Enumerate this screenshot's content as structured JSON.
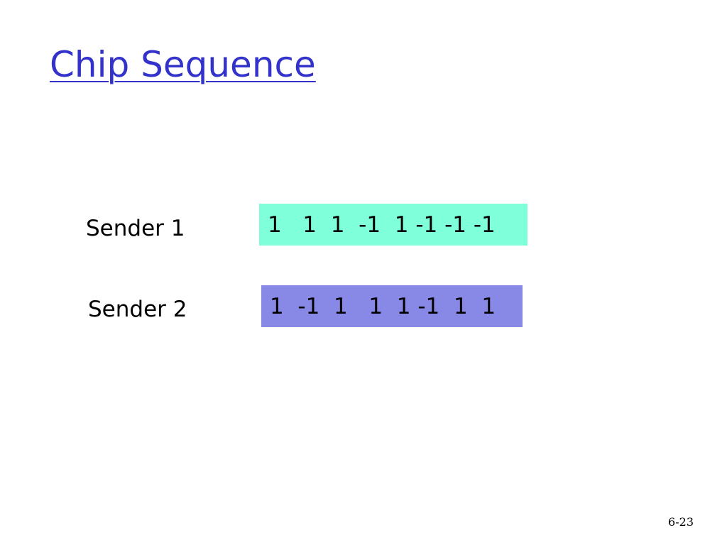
{
  "slide": {
    "title": "Chip Sequence",
    "page_number": "6-23"
  },
  "senders": [
    {
      "label": "Sender 1",
      "chips": "1   1  1  -1  1 -1 -1 -1",
      "box_color": "#80ffdb"
    },
    {
      "label": "Sender 2",
      "chips": "1  -1  1   1  1 -1  1  1",
      "box_color": "#8888e6"
    }
  ],
  "colors": {
    "title": "#3333cc",
    "text": "#000000",
    "background": "#ffffff"
  }
}
